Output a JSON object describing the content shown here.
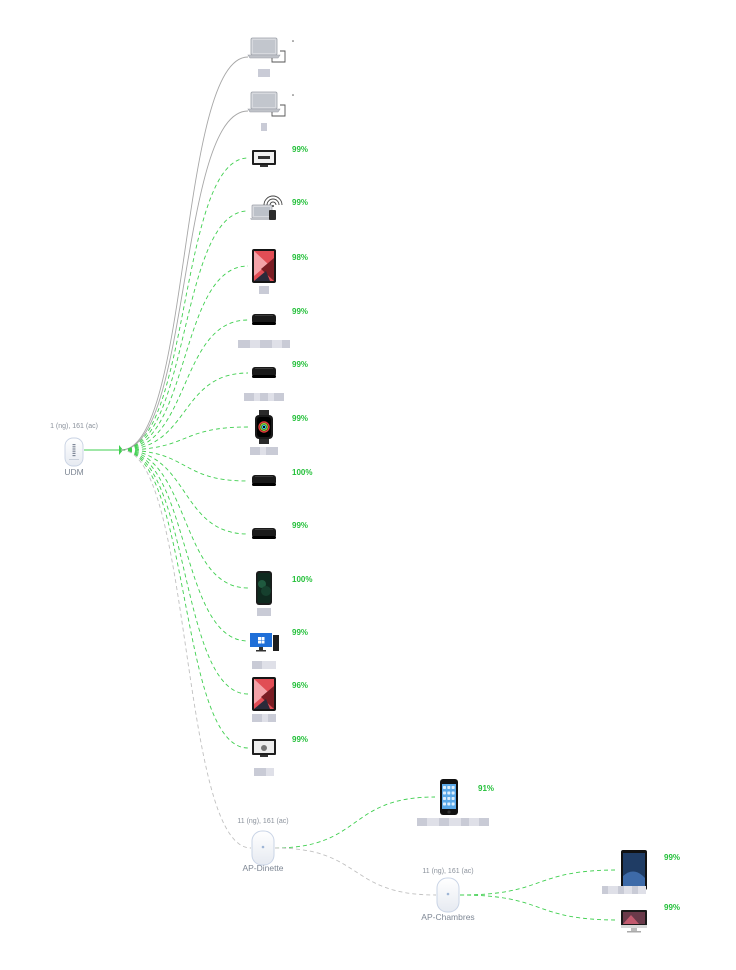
{
  "gateway": {
    "name": "UDM",
    "channels": "1 (ng), 161 (ac)"
  },
  "access_points": [
    {
      "name": "AP-Dinette",
      "channels": "11 (ng), 161 (ac)"
    },
    {
      "name": "AP-Chambres",
      "channels": "11 (ng), 161 (ac)"
    }
  ],
  "udm_clients": [
    {
      "device": "laptop-icon",
      "wired": true,
      "signal": ""
    },
    {
      "device": "laptop-icon",
      "wired": true,
      "signal": ""
    },
    {
      "device": "tv-icon",
      "wired": false,
      "signal": "99%"
    },
    {
      "device": "laptop-wifi-icon",
      "wired": false,
      "signal": "99%"
    },
    {
      "device": "tablet-icon",
      "wired": false,
      "signal": "98%"
    },
    {
      "device": "apple-tv-icon",
      "wired": false,
      "signal": "99%"
    },
    {
      "device": "apple-tv-icon",
      "wired": false,
      "signal": "99%"
    },
    {
      "device": "watch-icon",
      "wired": false,
      "signal": "99%"
    },
    {
      "device": "apple-tv-icon",
      "wired": false,
      "signal": "100%"
    },
    {
      "device": "apple-tv-icon",
      "wired": false,
      "signal": "99%"
    },
    {
      "device": "phone-icon",
      "wired": false,
      "signal": "100%"
    },
    {
      "device": "desktop-pc-icon",
      "wired": false,
      "signal": "99%"
    },
    {
      "device": "tablet-icon",
      "wired": false,
      "signal": "96%"
    },
    {
      "device": "apple-display-icon",
      "wired": false,
      "signal": "99%"
    }
  ],
  "ap_dinette_clients": [
    {
      "device": "iphone-icon",
      "signal": "91%"
    }
  ],
  "ap_chambres_clients": [
    {
      "device": "ipad-icon",
      "signal": "99%"
    },
    {
      "device": "imac-icon",
      "signal": "99%"
    }
  ],
  "colors": {
    "wireless": "#3fcf4f",
    "wired": "#a7a7a7",
    "uplink": "#c0c0c0",
    "signal_text": "#24c03a"
  }
}
